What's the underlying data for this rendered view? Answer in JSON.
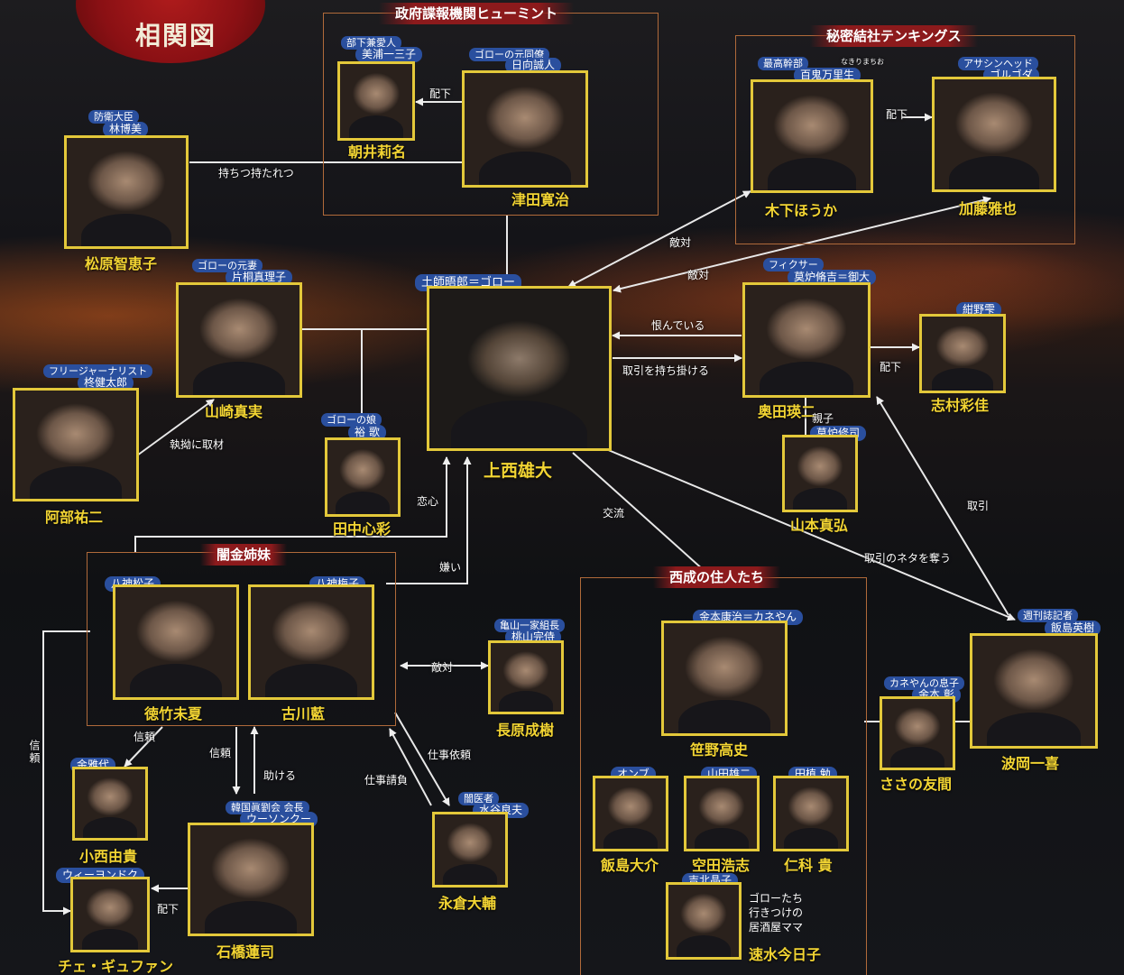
{
  "title": {
    "text": "相関図"
  },
  "groups": {
    "intel": "政府諜報機関ヒューミント",
    "tenkings": "秘密結社テンキングス",
    "sisters": "闇金姉妹",
    "nishinari": "西成の住人たち"
  },
  "people": {
    "miura": {
      "role": "部下兼愛人",
      "actor": "美浦一三子",
      "name": "朝井莉名"
    },
    "hyuga": {
      "role": "ゴローの元同僚",
      "actor": "日向誠人",
      "name": "津田寛治"
    },
    "lin": {
      "role": "防衛大臣",
      "actor": "林博美",
      "name": "松原智恵子"
    },
    "momoki": {
      "role": "最高幹部",
      "ruby": "なきりまちお",
      "actor": "百鬼万里生",
      "name": "木下ほうか"
    },
    "golgoda": {
      "role": "アサシンヘッド",
      "actor": "ゴルゴダ",
      "name": "加藤雅也"
    },
    "katagiri": {
      "role": "ゴローの元妻",
      "actor": "片桐真理子",
      "name": "山崎真実"
    },
    "goro": {
      "actor": "土師晤郎＝ゴロー",
      "name": "上西雄大"
    },
    "kuro": {
      "role": "フィクサー",
      "actor": "莫炉脩吉＝御大",
      "name": "奥田瑛二"
    },
    "konno": {
      "actor": "紺野雫",
      "name": "志村彩佳"
    },
    "hiiragi": {
      "role": "フリージャーナリスト",
      "actor": "柊健太郎",
      "name": "阿部祐二"
    },
    "yuka": {
      "role": "ゴローの娘",
      "actor": "裕 歌",
      "name": "田中心彩"
    },
    "shuji": {
      "actor": "莫炉修司",
      "name": "山本真弘"
    },
    "matsuko": {
      "actor": "八神松子",
      "name": "徳竹未夏"
    },
    "umeko": {
      "actor": "八神梅子",
      "name": "古川藍"
    },
    "momoyama": {
      "role": "亀山一家組長",
      "actor": "桃山完侍",
      "name": "長原成樹"
    },
    "kanemoto": {
      "actor": "金本康治＝カネやん",
      "name": "笹野高史"
    },
    "iijima": {
      "role": "週刊誌記者",
      "actor": "飯島英樹",
      "name": "波岡一喜"
    },
    "akira": {
      "role": "カネやんの息子",
      "actor": "金本 彰",
      "name": "ささの友間"
    },
    "kim": {
      "actor": "金雅代",
      "name": "小西由貴"
    },
    "woo": {
      "role": "韓国眞劉会 会長",
      "actor": "ウーソンクー",
      "name": "石橋蓮司"
    },
    "mizutani": {
      "role": "闇医者",
      "actor": "水谷良夫",
      "name": "永倉大輔"
    },
    "onbu": {
      "actor": "オンブ",
      "name": "飯島大介"
    },
    "yamada": {
      "actor": "山田雄二",
      "name": "空田浩志"
    },
    "tauemasaru": {
      "actor": "田植 勉",
      "name": "仁科 貴"
    },
    "yoshikita": {
      "actor": "吉北晶子",
      "name": "速水今日子"
    },
    "chee": {
      "actor": "ウィーヨンドク",
      "name": "チェ・ギュファン"
    }
  },
  "relations": {
    "haika1": "配下",
    "mochitsu": "持ちつ持たれつ",
    "haika2": "配下",
    "teki1": "敵対",
    "teki2": "敵対",
    "urami": "恨んでいる",
    "torihiki_mochi": "取引を持ち掛ける",
    "haika3": "配下",
    "oyako": "親子",
    "shuzai": "執拗に取材",
    "renai": "恋心",
    "kirai": "嫌い",
    "koryu": "交流",
    "torihiki": "取引",
    "neta": "取引のネタを奪う",
    "teki3": "敵対",
    "shinrai1": "信頼",
    "shinrai2": "信頼",
    "shinrai3": "信頼",
    "tasukeru": "助ける",
    "irai": "仕事依頼",
    "ukeoi": "仕事請負",
    "haika4": "配下"
  },
  "note": {
    "mama": "ゴローたち\n行きつけの\n居酒屋ママ"
  }
}
